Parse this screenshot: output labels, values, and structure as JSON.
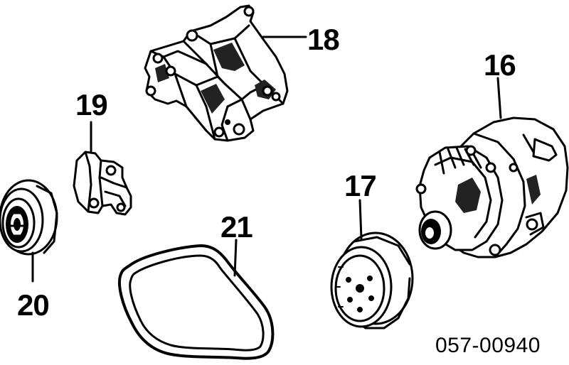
{
  "diagram": {
    "part_labels": {
      "p16": "16",
      "p17": "17",
      "p18": "18",
      "p19": "19",
      "p20": "20",
      "p21": "21"
    },
    "diagram_code": "057-00940"
  }
}
